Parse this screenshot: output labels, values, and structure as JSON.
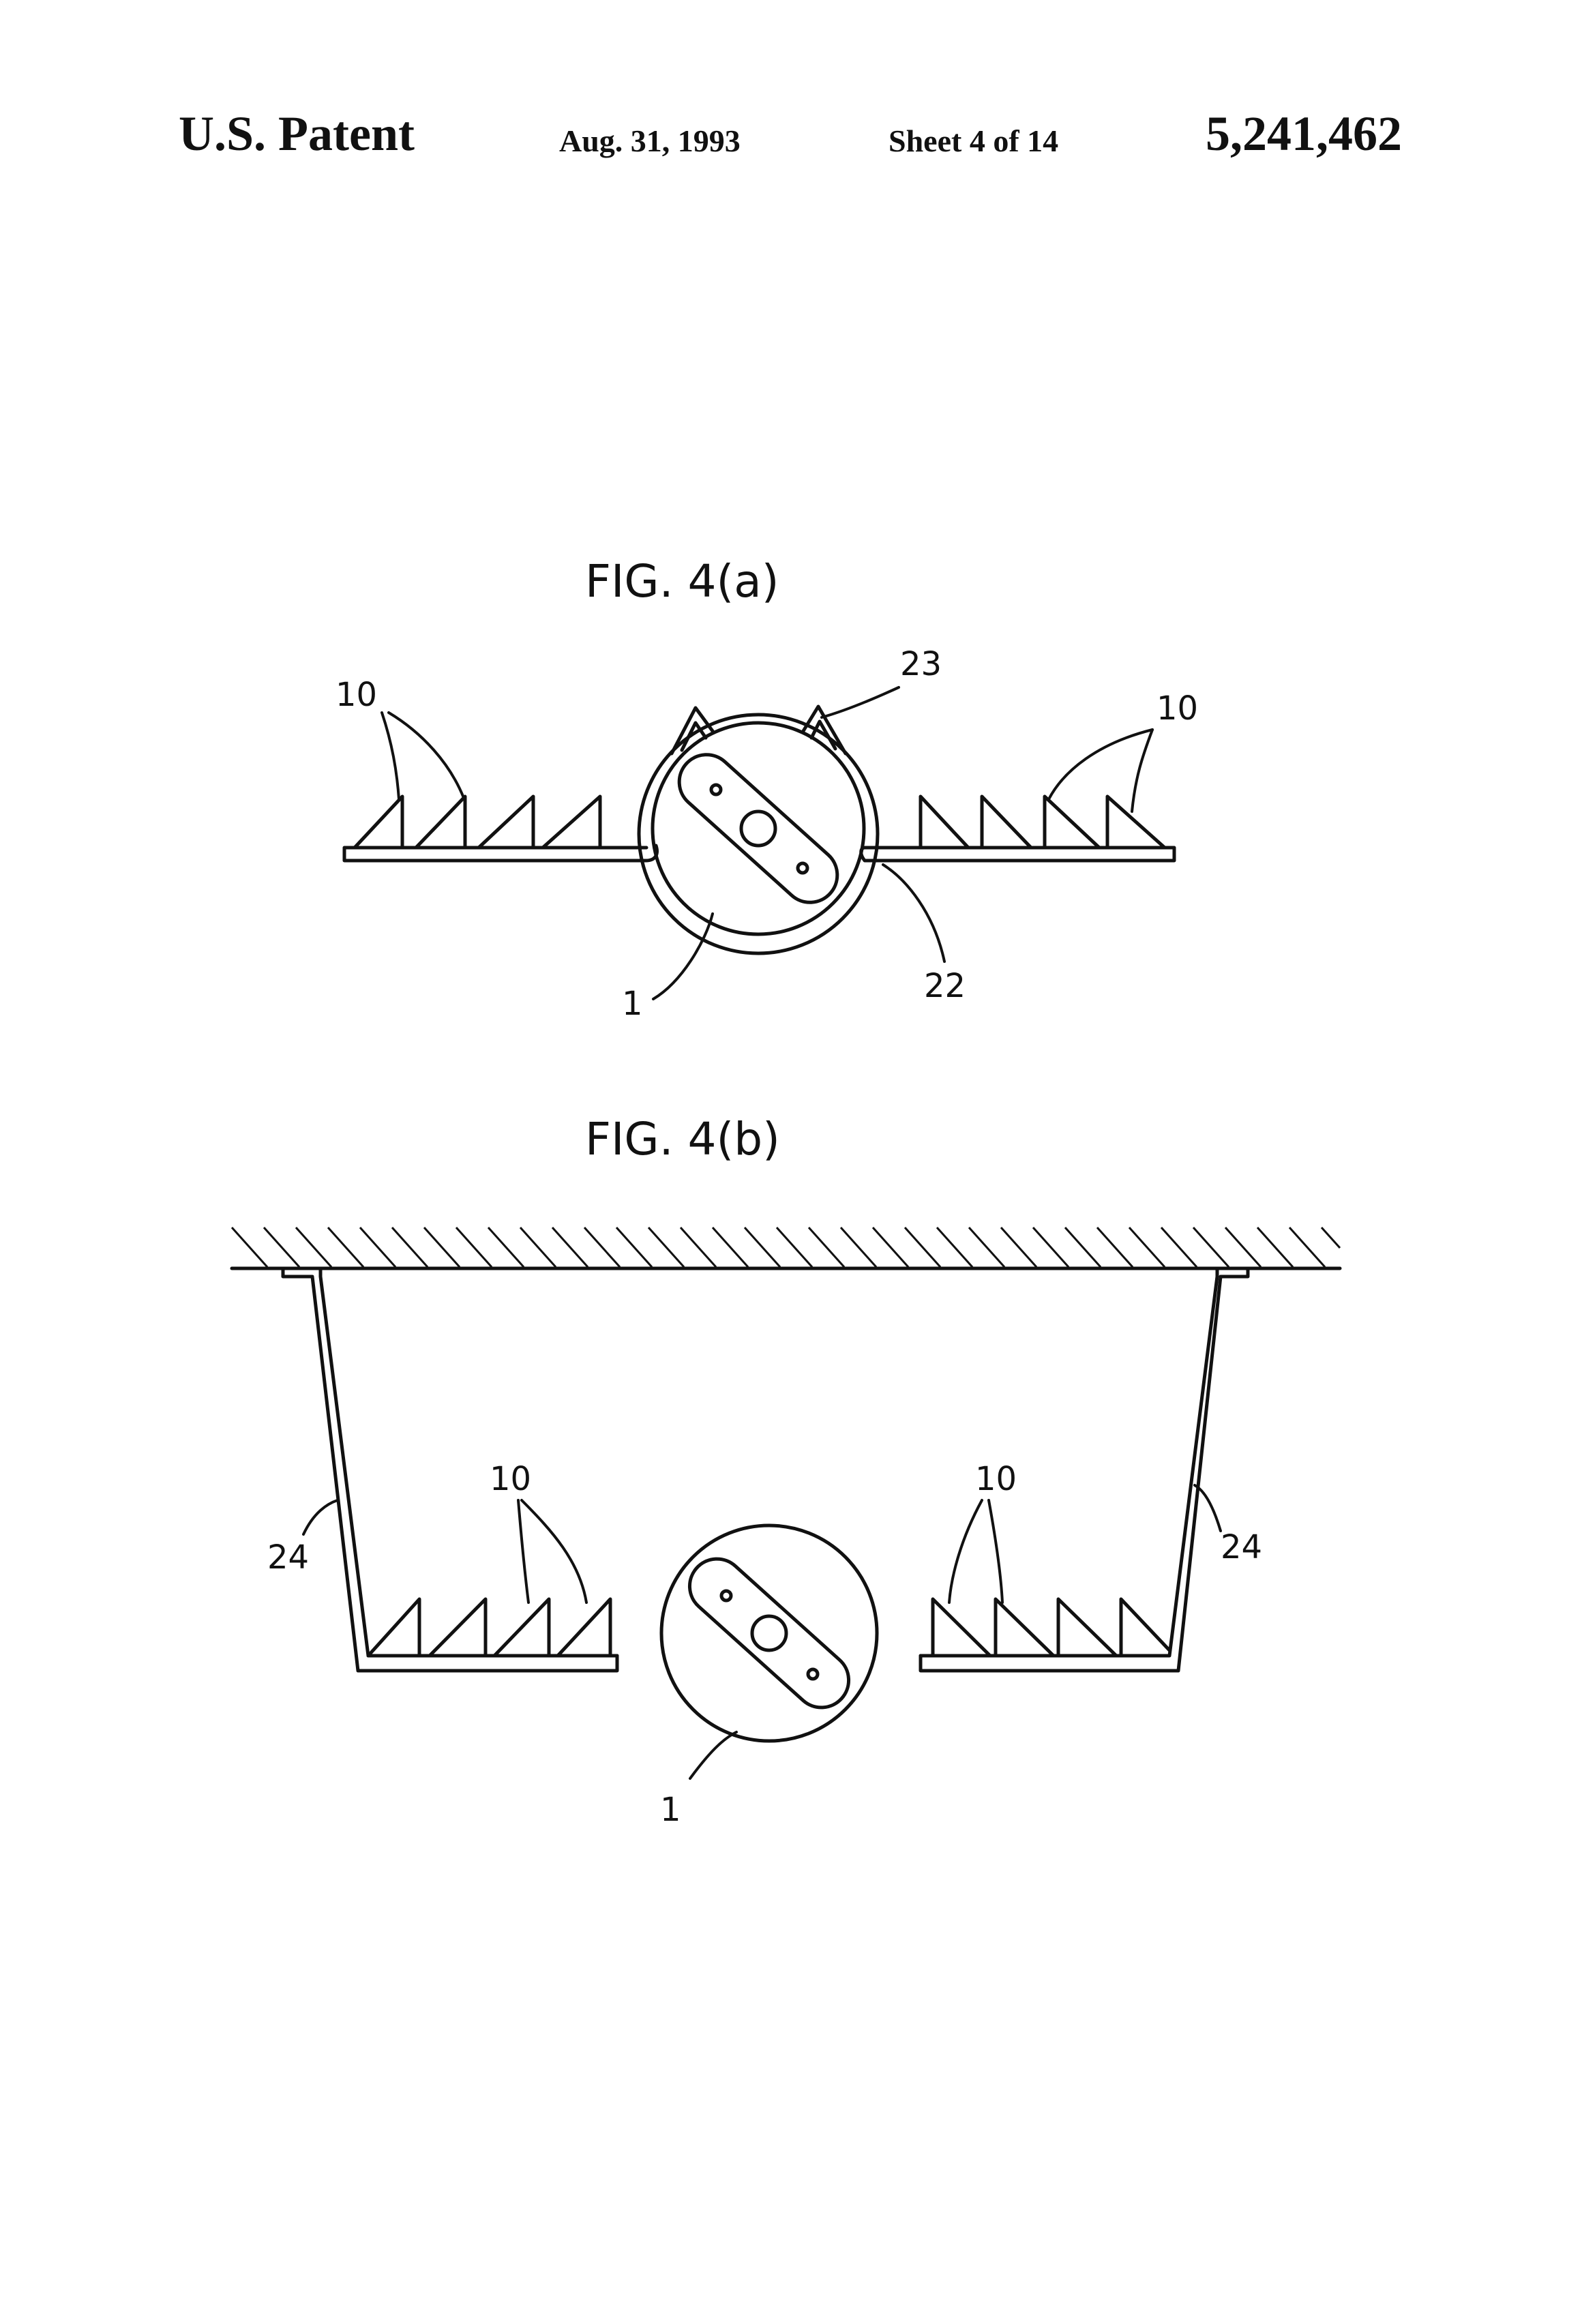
{
  "header": {
    "publisher": "U.S. Patent",
    "date": "Aug. 31, 1993",
    "sheet": "Sheet 4 of 14",
    "patent_number": "5,241,462"
  },
  "figures": [
    {
      "label": "FIG. 4(a)",
      "references": [
        "10",
        "23",
        "10",
        "1",
        "22"
      ]
    },
    {
      "label": "FIG. 4(b)",
      "references": [
        "10",
        "10",
        "24",
        "24",
        "1"
      ]
    }
  ]
}
